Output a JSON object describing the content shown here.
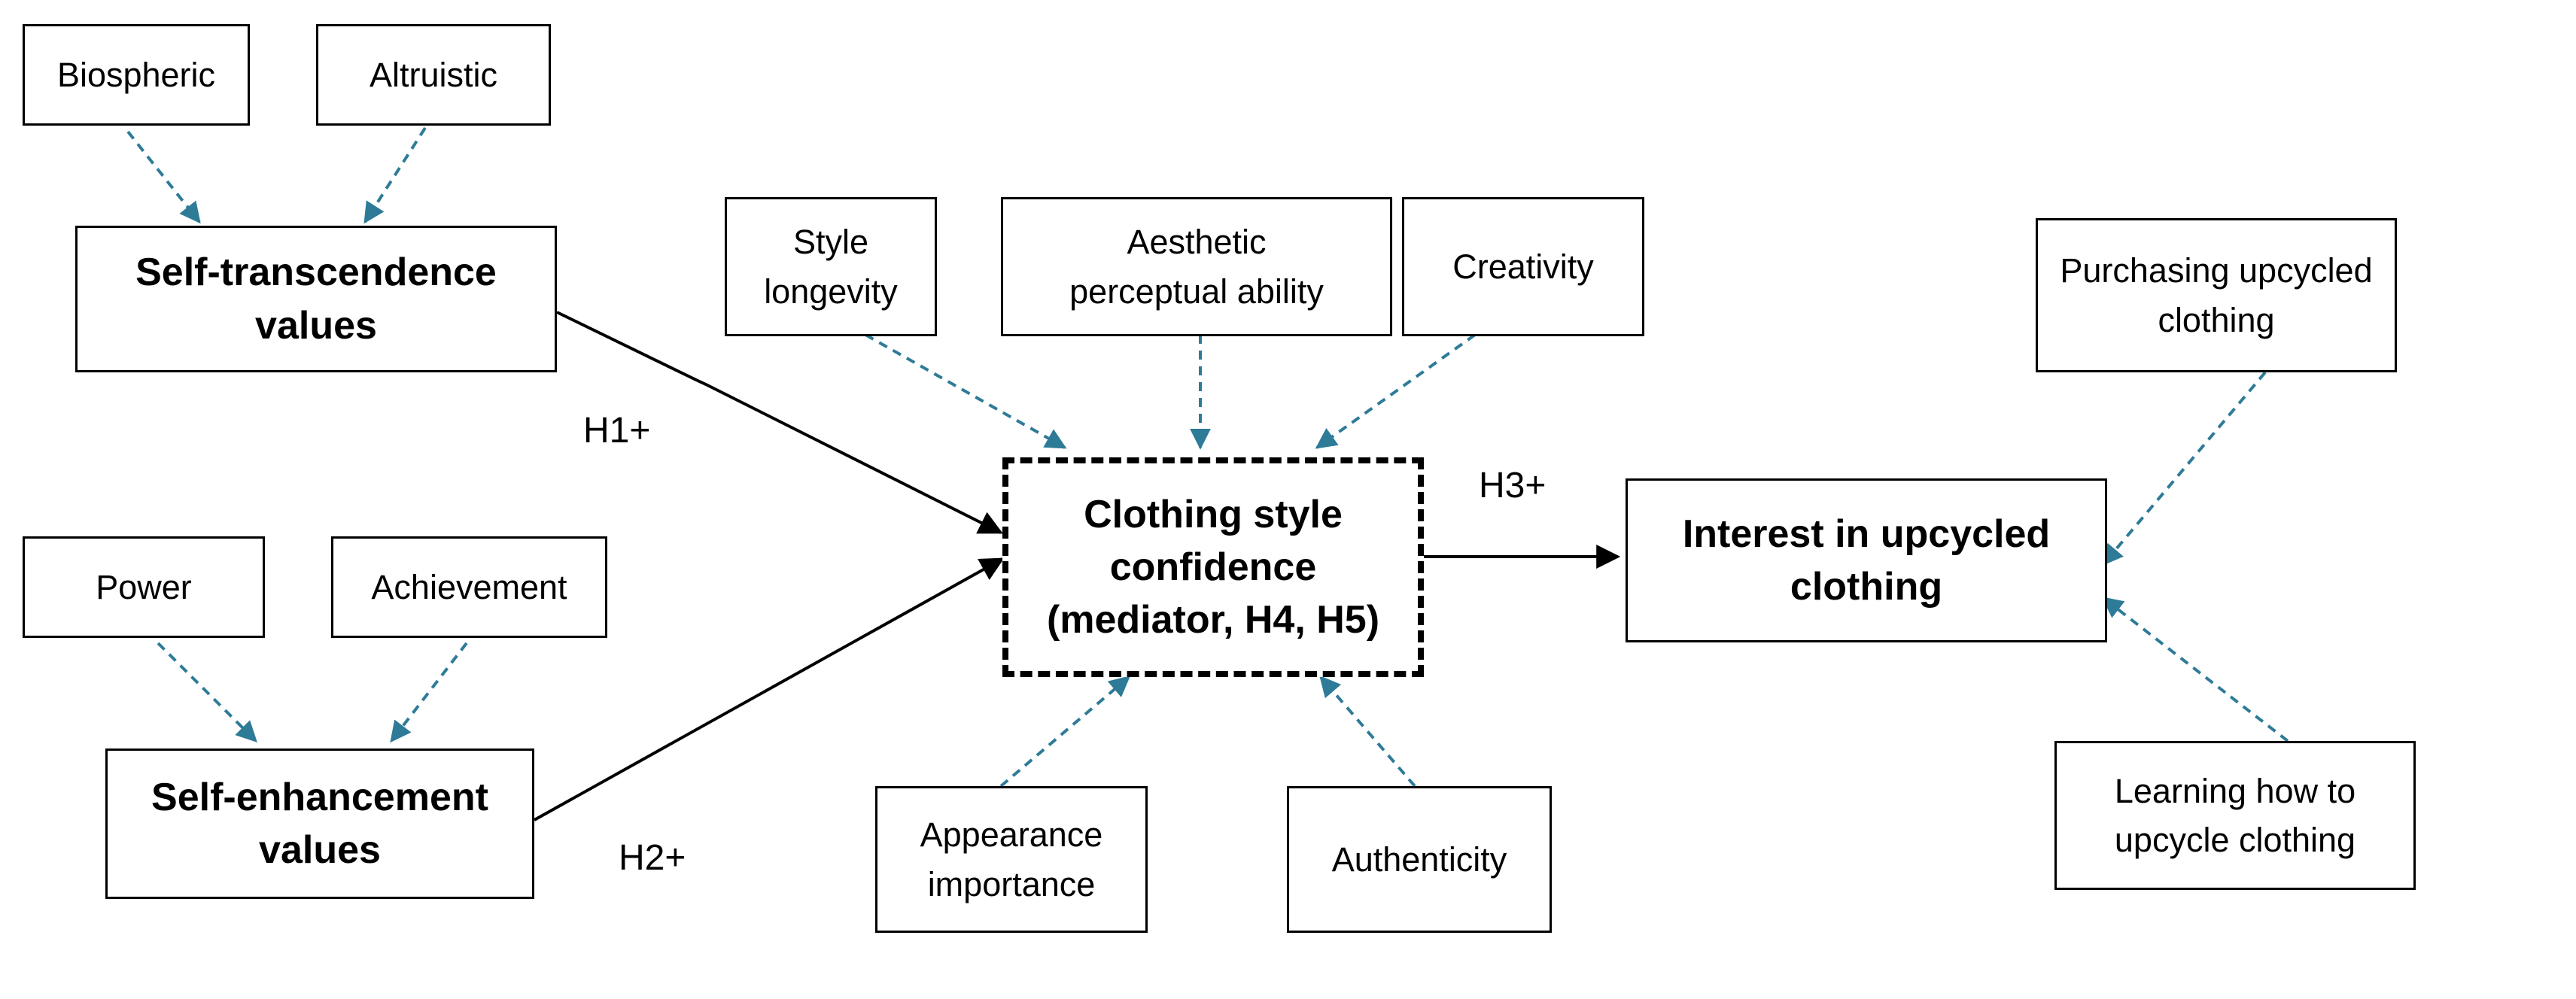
{
  "colors": {
    "arrow_dashed": "#2e7b97",
    "arrow_solid": "#000000",
    "border": "#000000"
  },
  "nodes": {
    "biospheric": "Biospheric",
    "altruistic": "Altruistic",
    "self_transcendence": "Self-transcendence\nvalues",
    "power": "Power",
    "achievement": "Achievement",
    "self_enhancement": "Self-enhancement\nvalues",
    "style_longevity": "Style\nlongevity",
    "aesthetic": "Aesthetic\nperceptual ability",
    "creativity": "Creativity",
    "clothing_style": "Clothing style\nconfidence\n(mediator, H4, H5)",
    "appearance": "Appearance\nimportance",
    "authenticity": "Authenticity",
    "interest": "Interest in upcycled\nclothing",
    "purchasing": "Purchasing upcycled\nclothing",
    "learning": "Learning how to\nupcycle clothing"
  },
  "labels": {
    "h1": "H1+",
    "h2": "H2+",
    "h3": "H3+"
  }
}
